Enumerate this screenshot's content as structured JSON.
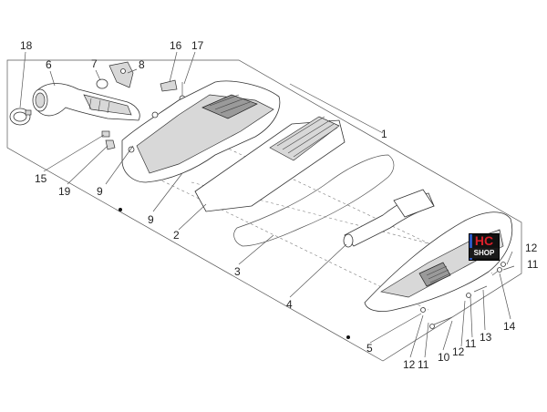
{
  "callouts": [
    "18",
    "6",
    "7",
    "8",
    "16",
    "17",
    "1",
    "15",
    "19",
    "9",
    "9",
    "2",
    "3",
    "4",
    "12",
    "11",
    "5",
    "14",
    "12",
    "11",
    "10",
    "12",
    "11",
    "13"
  ],
  "logo": {
    "line1": "HC",
    "line2": "SHOP",
    "colors": {
      "red": "#d9202a",
      "blue": "#2b58c4",
      "black": "#111111"
    }
  }
}
